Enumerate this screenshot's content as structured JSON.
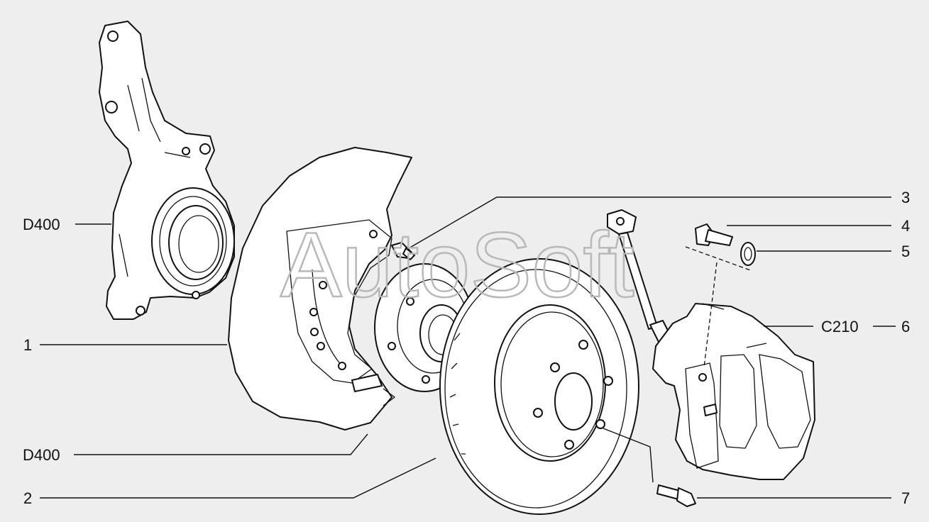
{
  "watermark": "AutoSoft",
  "callouts": {
    "knuckle_top": "D400",
    "shield": "1",
    "hub": "D400",
    "disc": "2",
    "screw": "3",
    "bolt": "4",
    "washer": "5",
    "caliper_code": "C210",
    "caliper_num": "6",
    "stud": "7"
  },
  "colors": {
    "background": "#eeeeee",
    "ink": "#111111",
    "watermark": "#b8b8b8"
  }
}
